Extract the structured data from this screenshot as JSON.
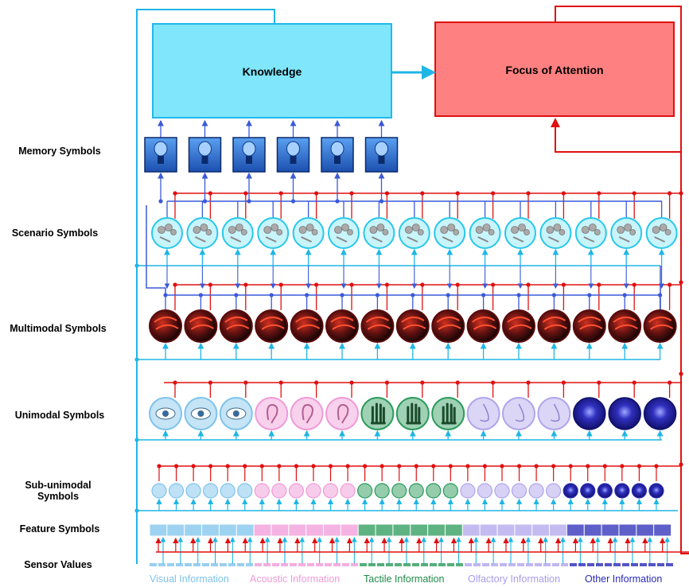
{
  "boxes": {
    "knowledge": "Knowledge",
    "attention": "Focus of Attention"
  },
  "layers": [
    {
      "label": "Memory Symbols"
    },
    {
      "label": "Scenario Symbols"
    },
    {
      "label": "Multimodal Symbols"
    },
    {
      "label": "Unimodal Symbols"
    },
    {
      "label": "Sub-unimodal\nSymbols"
    },
    {
      "label": "Feature Symbols"
    },
    {
      "label": "Sensor Values"
    }
  ],
  "modalities": [
    {
      "label": "Visual Information",
      "color": "#7ec3ec",
      "icon": "eye-icon"
    },
    {
      "label": "Acoustic Information",
      "color": "#f09ad8",
      "icon": "ear-icon"
    },
    {
      "label": "Tactile Information",
      "color": "#2a9a5a",
      "icon": "hand-icon"
    },
    {
      "label": "Olfactory Information",
      "color": "#b0a4ec",
      "icon": "nose-icon"
    },
    {
      "label": "Other Information",
      "color": "#2a2ab8",
      "icon": "orb-icon"
    }
  ],
  "counts": {
    "memory": 6,
    "scenario": 15,
    "multimodal": 15,
    "unimodal": 15,
    "subunimodal": 30,
    "feature": 30,
    "sensor": 30
  },
  "colors": {
    "knowledge": "#7fe6fb",
    "attention": "#ff8080",
    "bottom_up": "#1fb6e6",
    "memory_link": "#3a5ad8",
    "feedback": "#e01010"
  }
}
